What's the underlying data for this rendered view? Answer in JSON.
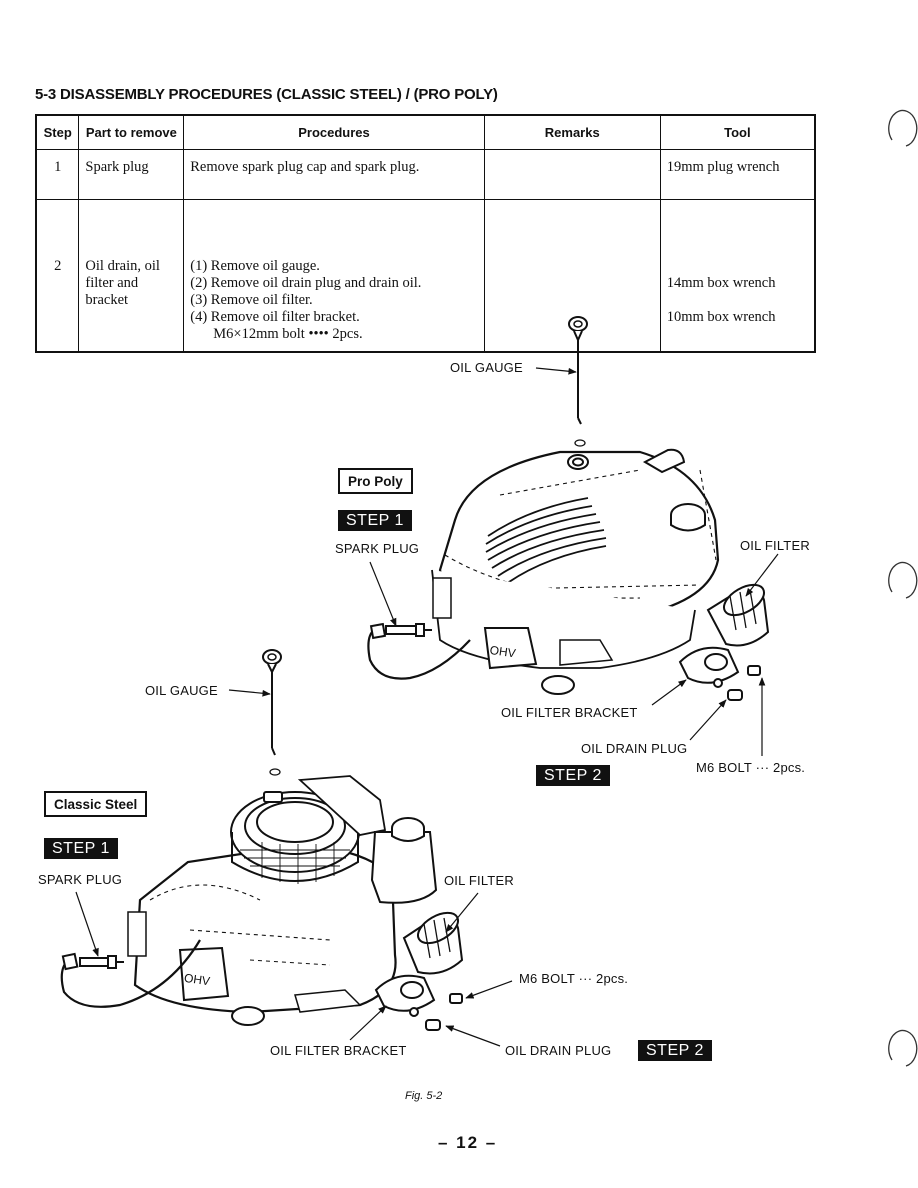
{
  "section_title": "5-3 DISASSEMBLY PROCEDURES (CLASSIC STEEL) / (PRO POLY)",
  "table": {
    "headers": [
      "Step",
      "Part to remove",
      "Procedures",
      "Remarks",
      "Tool"
    ],
    "rows": [
      {
        "step": "1",
        "part": [
          "Spark plug"
        ],
        "procedures": [
          "Remove spark plug cap and spark plug."
        ],
        "remarks": "",
        "tool": [
          "19mm plug wrench"
        ]
      },
      {
        "step": "2",
        "part": [
          "Oil drain, oil",
          "filter and",
          "bracket"
        ],
        "procedures": [
          "(1) Remove oil gauge.",
          "(2) Remove oil drain plug and drain oil.",
          "(3) Remove oil filter.",
          "(4) Remove oil filter bracket.",
          "M6×12mm bolt •••• 2pcs."
        ],
        "remarks": "",
        "tool": [
          "14mm box  wrench",
          "10mm box wrench"
        ]
      }
    ]
  },
  "pro_poly": {
    "model_label": "Pro Poly",
    "step1": "STEP 1",
    "step2": "STEP 2",
    "oil_gauge": "OIL GAUGE",
    "spark_plug": "SPARK PLUG",
    "oil_filter": "OIL FILTER",
    "oil_filter_bracket": "OIL FILTER BRACKET",
    "oil_drain_plug": "OIL DRAIN PLUG",
    "m6_bolt": "M6 BOLT ··· 2pcs."
  },
  "classic_steel": {
    "model_label": "Classic Steel",
    "step1": "STEP 1",
    "step2": "STEP 2",
    "oil_gauge": "OIL GAUGE",
    "spark_plug": "SPARK PLUG",
    "oil_filter": "OIL FILTER",
    "m6_bolt": "M6 BOLT ··· 2pcs.",
    "oil_filter_bracket": "OIL FILTER BRACKET",
    "oil_drain_plug": "OIL DRAIN PLUG"
  },
  "engine_marking": "OHV",
  "figure_caption": "Fig. 5-2",
  "page_number": "– 12 –"
}
